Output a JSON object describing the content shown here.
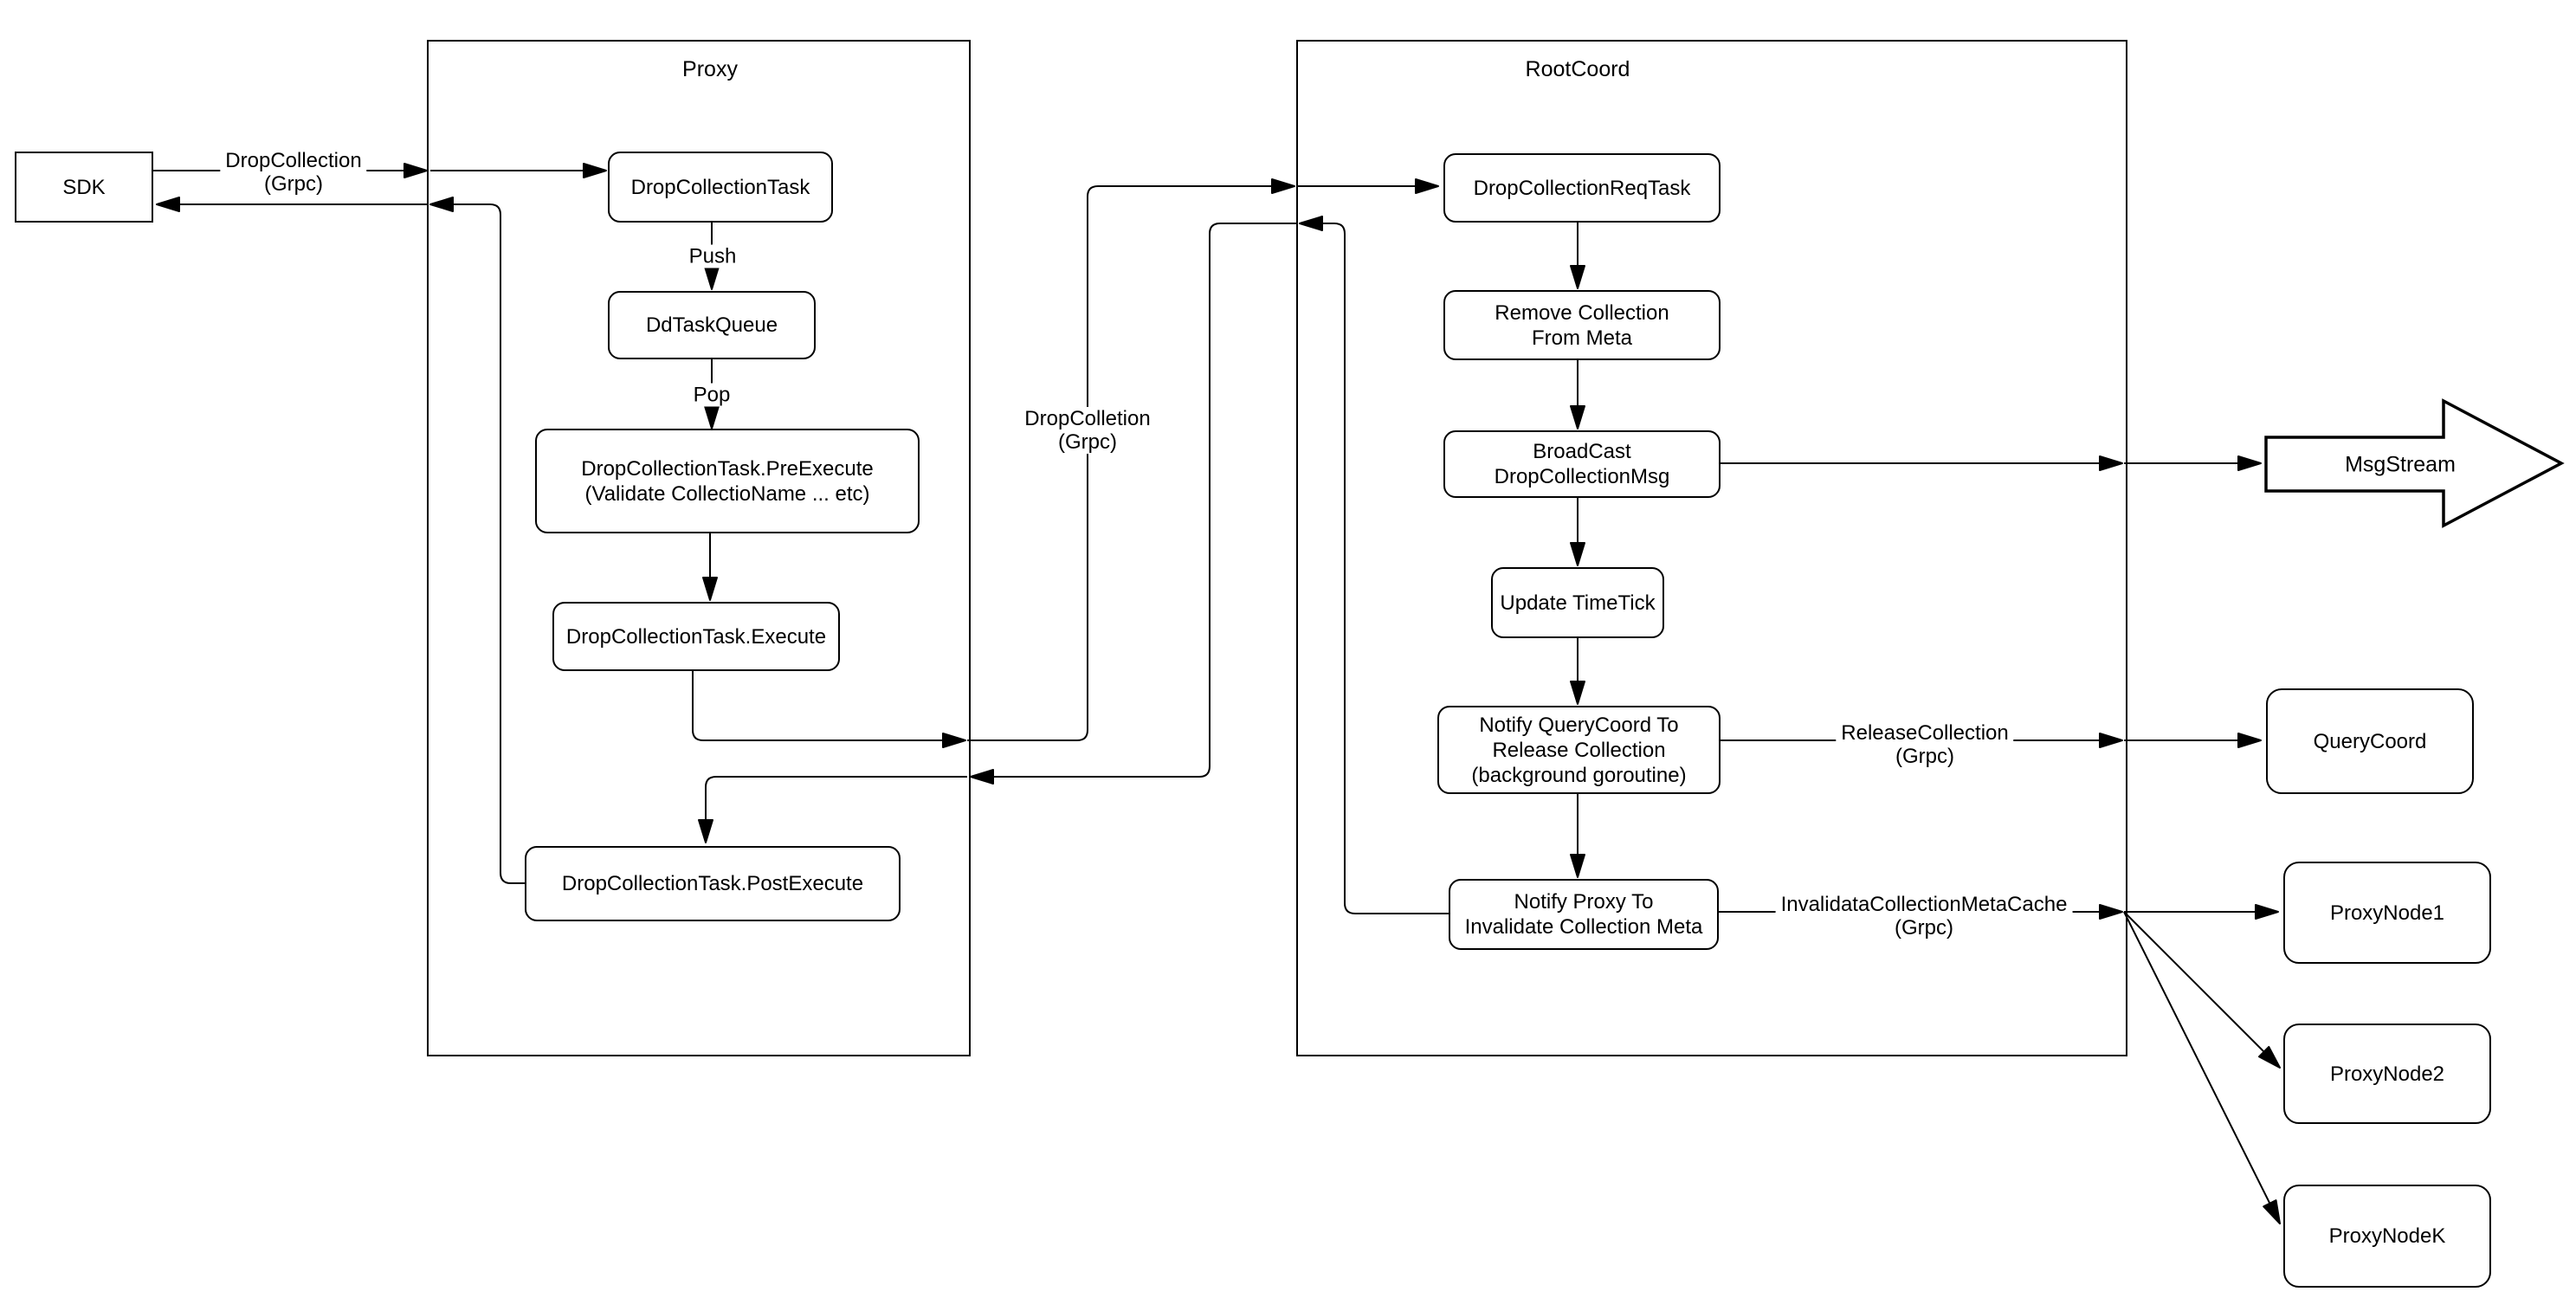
{
  "diagram": {
    "proxy_container": {
      "title": "Proxy"
    },
    "rootcoord_container": {
      "title": "RootCoord"
    },
    "nodes": {
      "sdk": "SDK",
      "drop_collection_task": "DropCollectionTask",
      "dd_task_queue": "DdTaskQueue",
      "pre_execute": "DropCollectionTask.PreExecute\n(Validate CollectioName ... etc)",
      "execute": "DropCollectionTask.Execute",
      "post_execute": "DropCollectionTask.PostExecute",
      "drop_collection_req_task": "DropCollectionReqTask",
      "remove_collection": "Remove Collection\nFrom Meta",
      "broadcast": "BroadCast\nDropCollectionMsg",
      "update_timetick": "Update TimeTick",
      "notify_querycoord": "Notify QueryCoord To\nRelease Collection\n(background goroutine)",
      "notify_proxy": "Notify Proxy To\nInvalidate Collection Meta",
      "msgstream": "MsgStream",
      "querycoord": "QueryCoord",
      "proxynode1": "ProxyNode1",
      "proxynode2": "ProxyNode2",
      "proxynodek": "ProxyNodeK"
    },
    "edge_labels": {
      "sdk_grpc": "DropCollection\n(Grpc)",
      "push": "Push",
      "pop": "Pop",
      "proxy_to_root_grpc": "DropColletion\n(Grpc)",
      "release_grpc": "ReleaseCollection\n(Grpc)",
      "invalidate_grpc": "InvalidataCollectionMetaCache\n(Grpc)"
    },
    "colors": {
      "stroke": "#000000",
      "background": "#ffffff"
    }
  }
}
